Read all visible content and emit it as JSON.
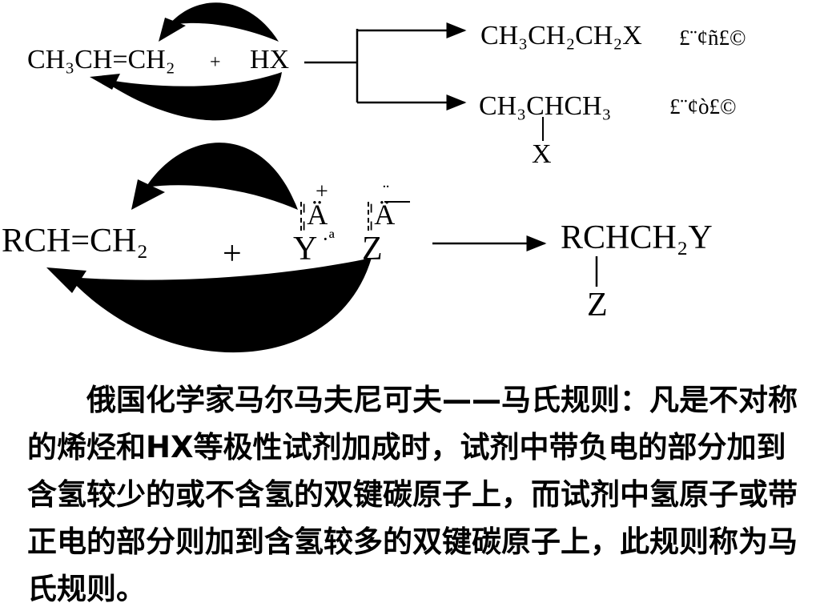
{
  "scheme1": {
    "reactant": "CH₃CH=CH₂",
    "plus": "+",
    "reagent": "HX",
    "product_major": "CH₃CH₂CH₂X",
    "product_major_note": "£¨¢ñ£©",
    "product_minor_main": "CH₃CHCH₃",
    "product_minor_note": "£¨¢ò£©",
    "product_minor_sub": "X"
  },
  "scheme2": {
    "reactant": "RCH=CH₂",
    "plus": "+",
    "reagent_y": "Y",
    "reagent_dot": "·ª",
    "reagent_z": "Z",
    "charge_pos_sym": "¦Ä",
    "charge_neg_sym": "¦Ä",
    "plus_sign": "+",
    "minus_sign": "¨",
    "product_main": "RCHCH₂Y",
    "product_sub": "Z"
  },
  "paragraph": "俄国化学家马尔马夫尼可夫——马氏规则：凡是不对称的烯烃和HX等极性试剂加成时，试剂中带负电的部分加到含氢较少的或不含氢的双键碳原子上，而试剂中氢原子或带正电的部分则加到含氢较多的双键碳原子上，此规则称为马氏规则。",
  "colors": {
    "ink": "#000000",
    "background": "#ffffff"
  }
}
